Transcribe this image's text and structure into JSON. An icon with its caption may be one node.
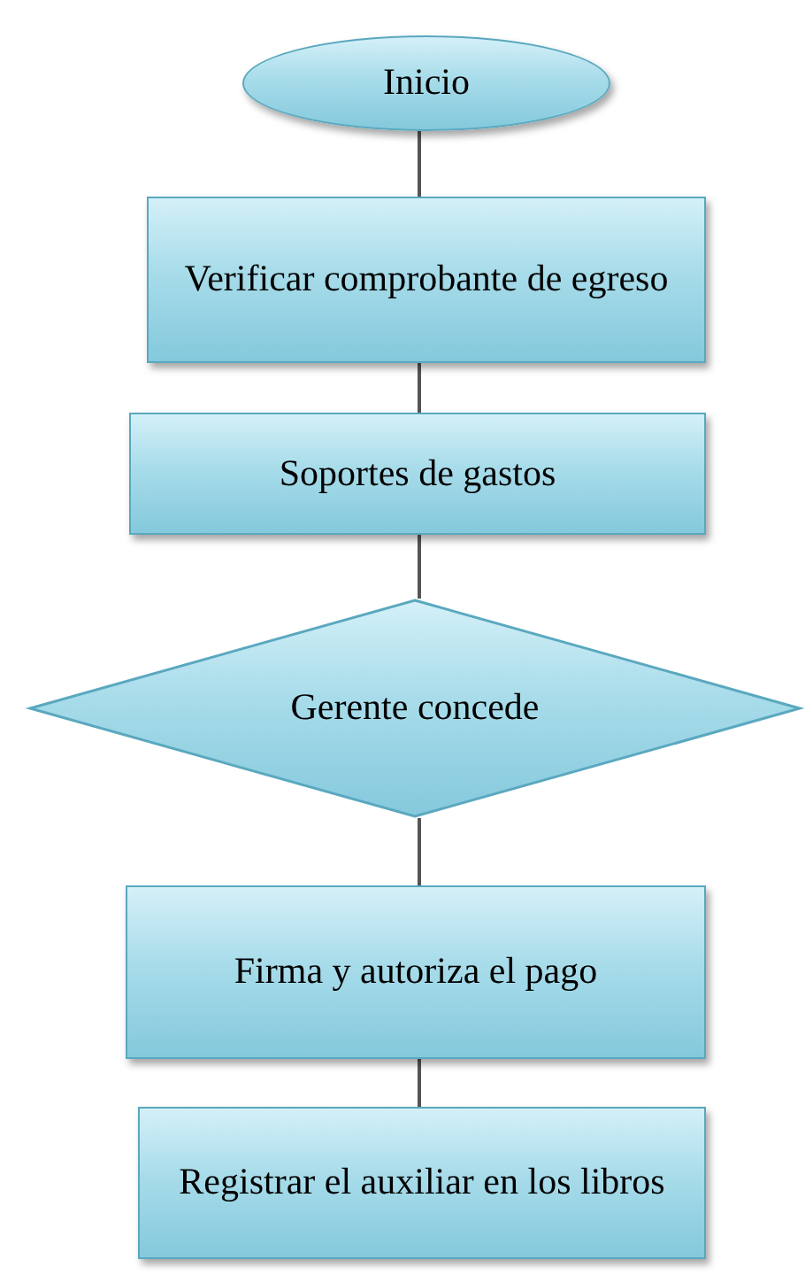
{
  "diagram": {
    "nodes": [
      {
        "text": [
          "Inicio"
        ]
      },
      {
        "text": [
          "Verificar comprobante de egreso"
        ]
      },
      {
        "text": [
          "Soportes de gastos"
        ]
      },
      {
        "text": [
          "Gerente concede"
        ]
      },
      {
        "text": [
          "Firma y autoriza el pago"
        ]
      },
      {
        "text": [
          "Registrar el auxiliar en los libros"
        ]
      }
    ],
    "edges": [
      {
        "from": 0,
        "to": 1,
        "arrow": "none"
      },
      {
        "from": 1,
        "to": 2,
        "arrow": "none"
      },
      {
        "from": 2,
        "to": 3,
        "arrow": "none"
      },
      {
        "from": 3,
        "to": 4,
        "arrow": "none"
      },
      {
        "from": 4,
        "to": 5,
        "arrow": "none"
      }
    ]
  }
}
